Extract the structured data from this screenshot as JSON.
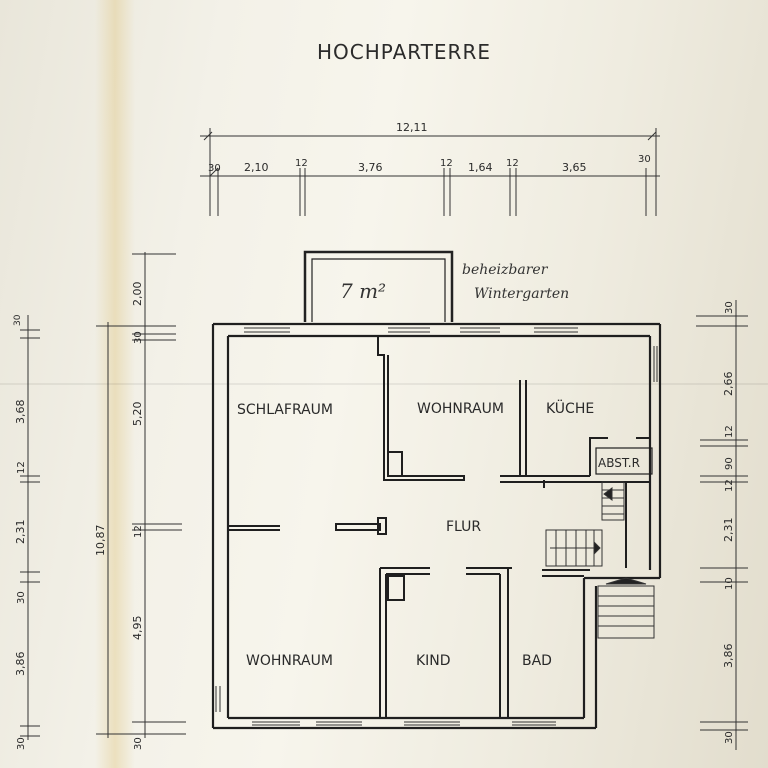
{
  "title": "HOCHPARTERRE",
  "top_dimensions": {
    "total": "12,11",
    "segments": [
      "30",
      "2,10",
      "12",
      "3,76",
      "12",
      "1,64",
      "12",
      "3,65",
      "30"
    ]
  },
  "left_outer_dimensions": [
    "3,68",
    "12",
    "2,31",
    "30",
    "3,86",
    "30"
  ],
  "left_outer_top_label": "30",
  "left_total": "10,87",
  "left_inner_dimensions": [
    "2,00",
    "30",
    "5,20",
    "12",
    "4,95",
    "30"
  ],
  "right_dimensions": [
    "30",
    "2,66",
    "12",
    "90",
    "12",
    "2,31",
    "10",
    "3,86",
    "30"
  ],
  "rooms": {
    "schlafraum": "SCHLAFRAUM",
    "wohnraum_top": "WOHNRAUM",
    "kueche": "KÜCHE",
    "abstr": "ABST.R",
    "flur": "FLUR",
    "wohnraum_bottom": "WOHNRAUM",
    "kind": "KIND",
    "bad": "BAD"
  },
  "wintergarten": {
    "area": "7 m²",
    "note_line1": "beheizbarer",
    "note_line2": "Wintergarten"
  }
}
